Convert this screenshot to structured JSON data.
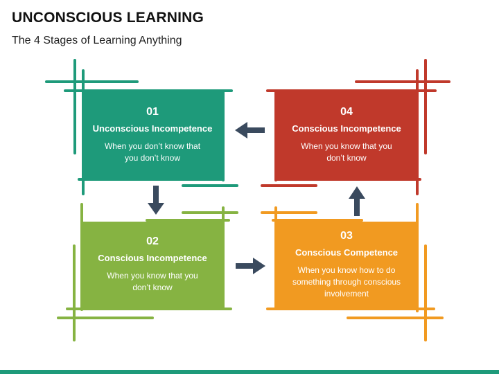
{
  "header": {
    "title": "UNCONSCIOUS LEARNING",
    "subtitle": "The 4 Stages of Learning Anything"
  },
  "colors": {
    "teal": "#1e9a7a",
    "green": "#86b342",
    "orange": "#f19a21",
    "red": "#c0392b",
    "arrow": "#3a4a5e",
    "footer": "#1e9a7a"
  },
  "stages": [
    {
      "number": "01",
      "heading": "Unconscious Incompetence",
      "description": "When you don’t know that you don’t know"
    },
    {
      "number": "02",
      "heading": "Conscious Incompetence",
      "description": "When you know that you don’t know"
    },
    {
      "number": "03",
      "heading": "Conscious Competence",
      "description": "When you know how to do something through conscious involvement"
    },
    {
      "number": "04",
      "heading": "Conscious Incompetence",
      "description": "When you know that you don’t know"
    }
  ],
  "icons": [
    "arrow-down-icon",
    "arrow-right-icon",
    "arrow-up-icon",
    "arrow-left-icon"
  ]
}
